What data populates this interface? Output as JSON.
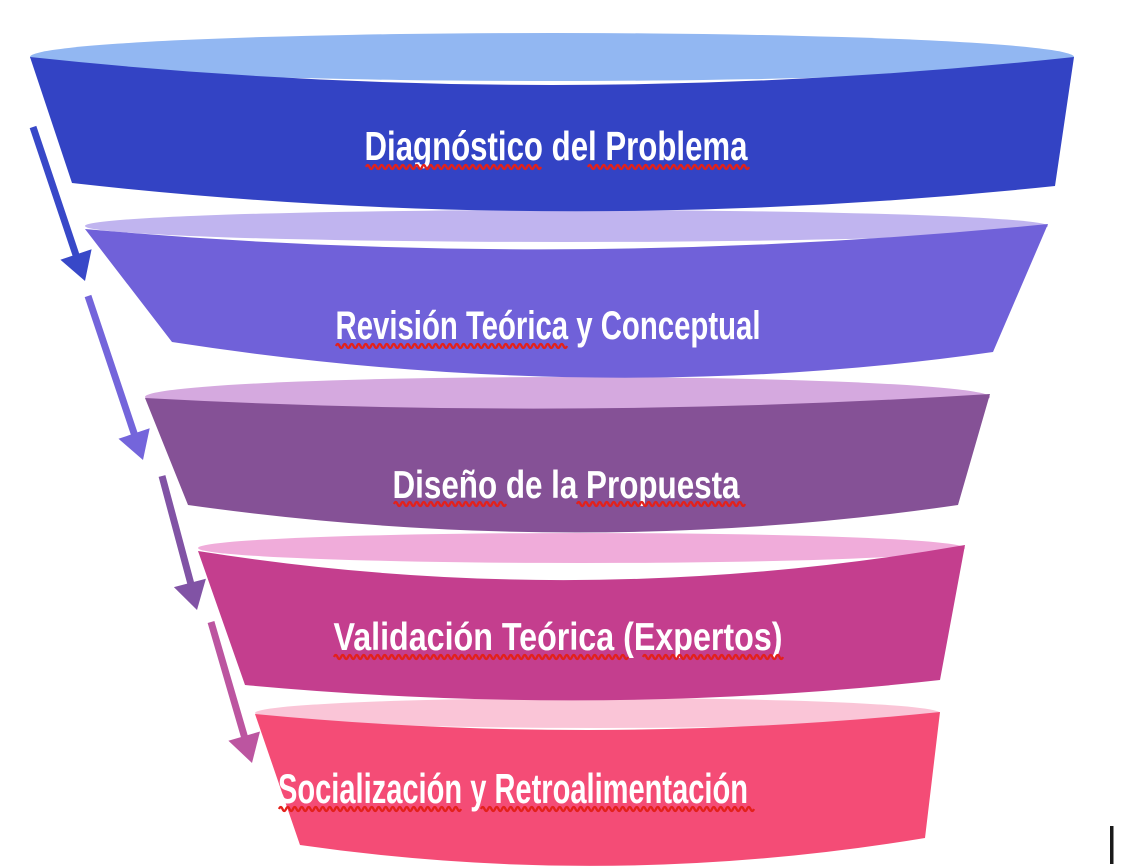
{
  "diagram": {
    "type": "funnel",
    "direction": "top-to-bottom",
    "background_color": "#FFFFFF",
    "label_text_color": "#FFFFFF",
    "spellcheck_underline_color": "#E3211B",
    "text_cursor_color": "#1A1A1A",
    "levels": [
      {
        "label": "Diagnóstico del Problema",
        "body_color": "#3343C4",
        "lip_color": "#92B7F2"
      },
      {
        "label": "Revisión Teórica y Conceptual",
        "body_color": "#7061D9",
        "lip_color": "#C0B4EF"
      },
      {
        "label": "Diseño de la Propuesta",
        "body_color": "#855196",
        "lip_color": "#D5A9DF"
      },
      {
        "label": "Validación Teórica (Expertos)",
        "body_color": "#C43E8E",
        "lip_color": "#F0ACDA"
      },
      {
        "label": "Socialización y Retroalimentación",
        "body_color": "#F44C76",
        "lip_color": "#FAC5D7"
      }
    ],
    "arrows": [
      {
        "name": "flow-arrow-1",
        "color": "#3848C8"
      },
      {
        "name": "flow-arrow-2",
        "color": "#7465DB"
      },
      {
        "name": "flow-arrow-3",
        "color": "#8153A5"
      },
      {
        "name": "flow-arrow-4",
        "color": "#BC55A0"
      }
    ]
  }
}
